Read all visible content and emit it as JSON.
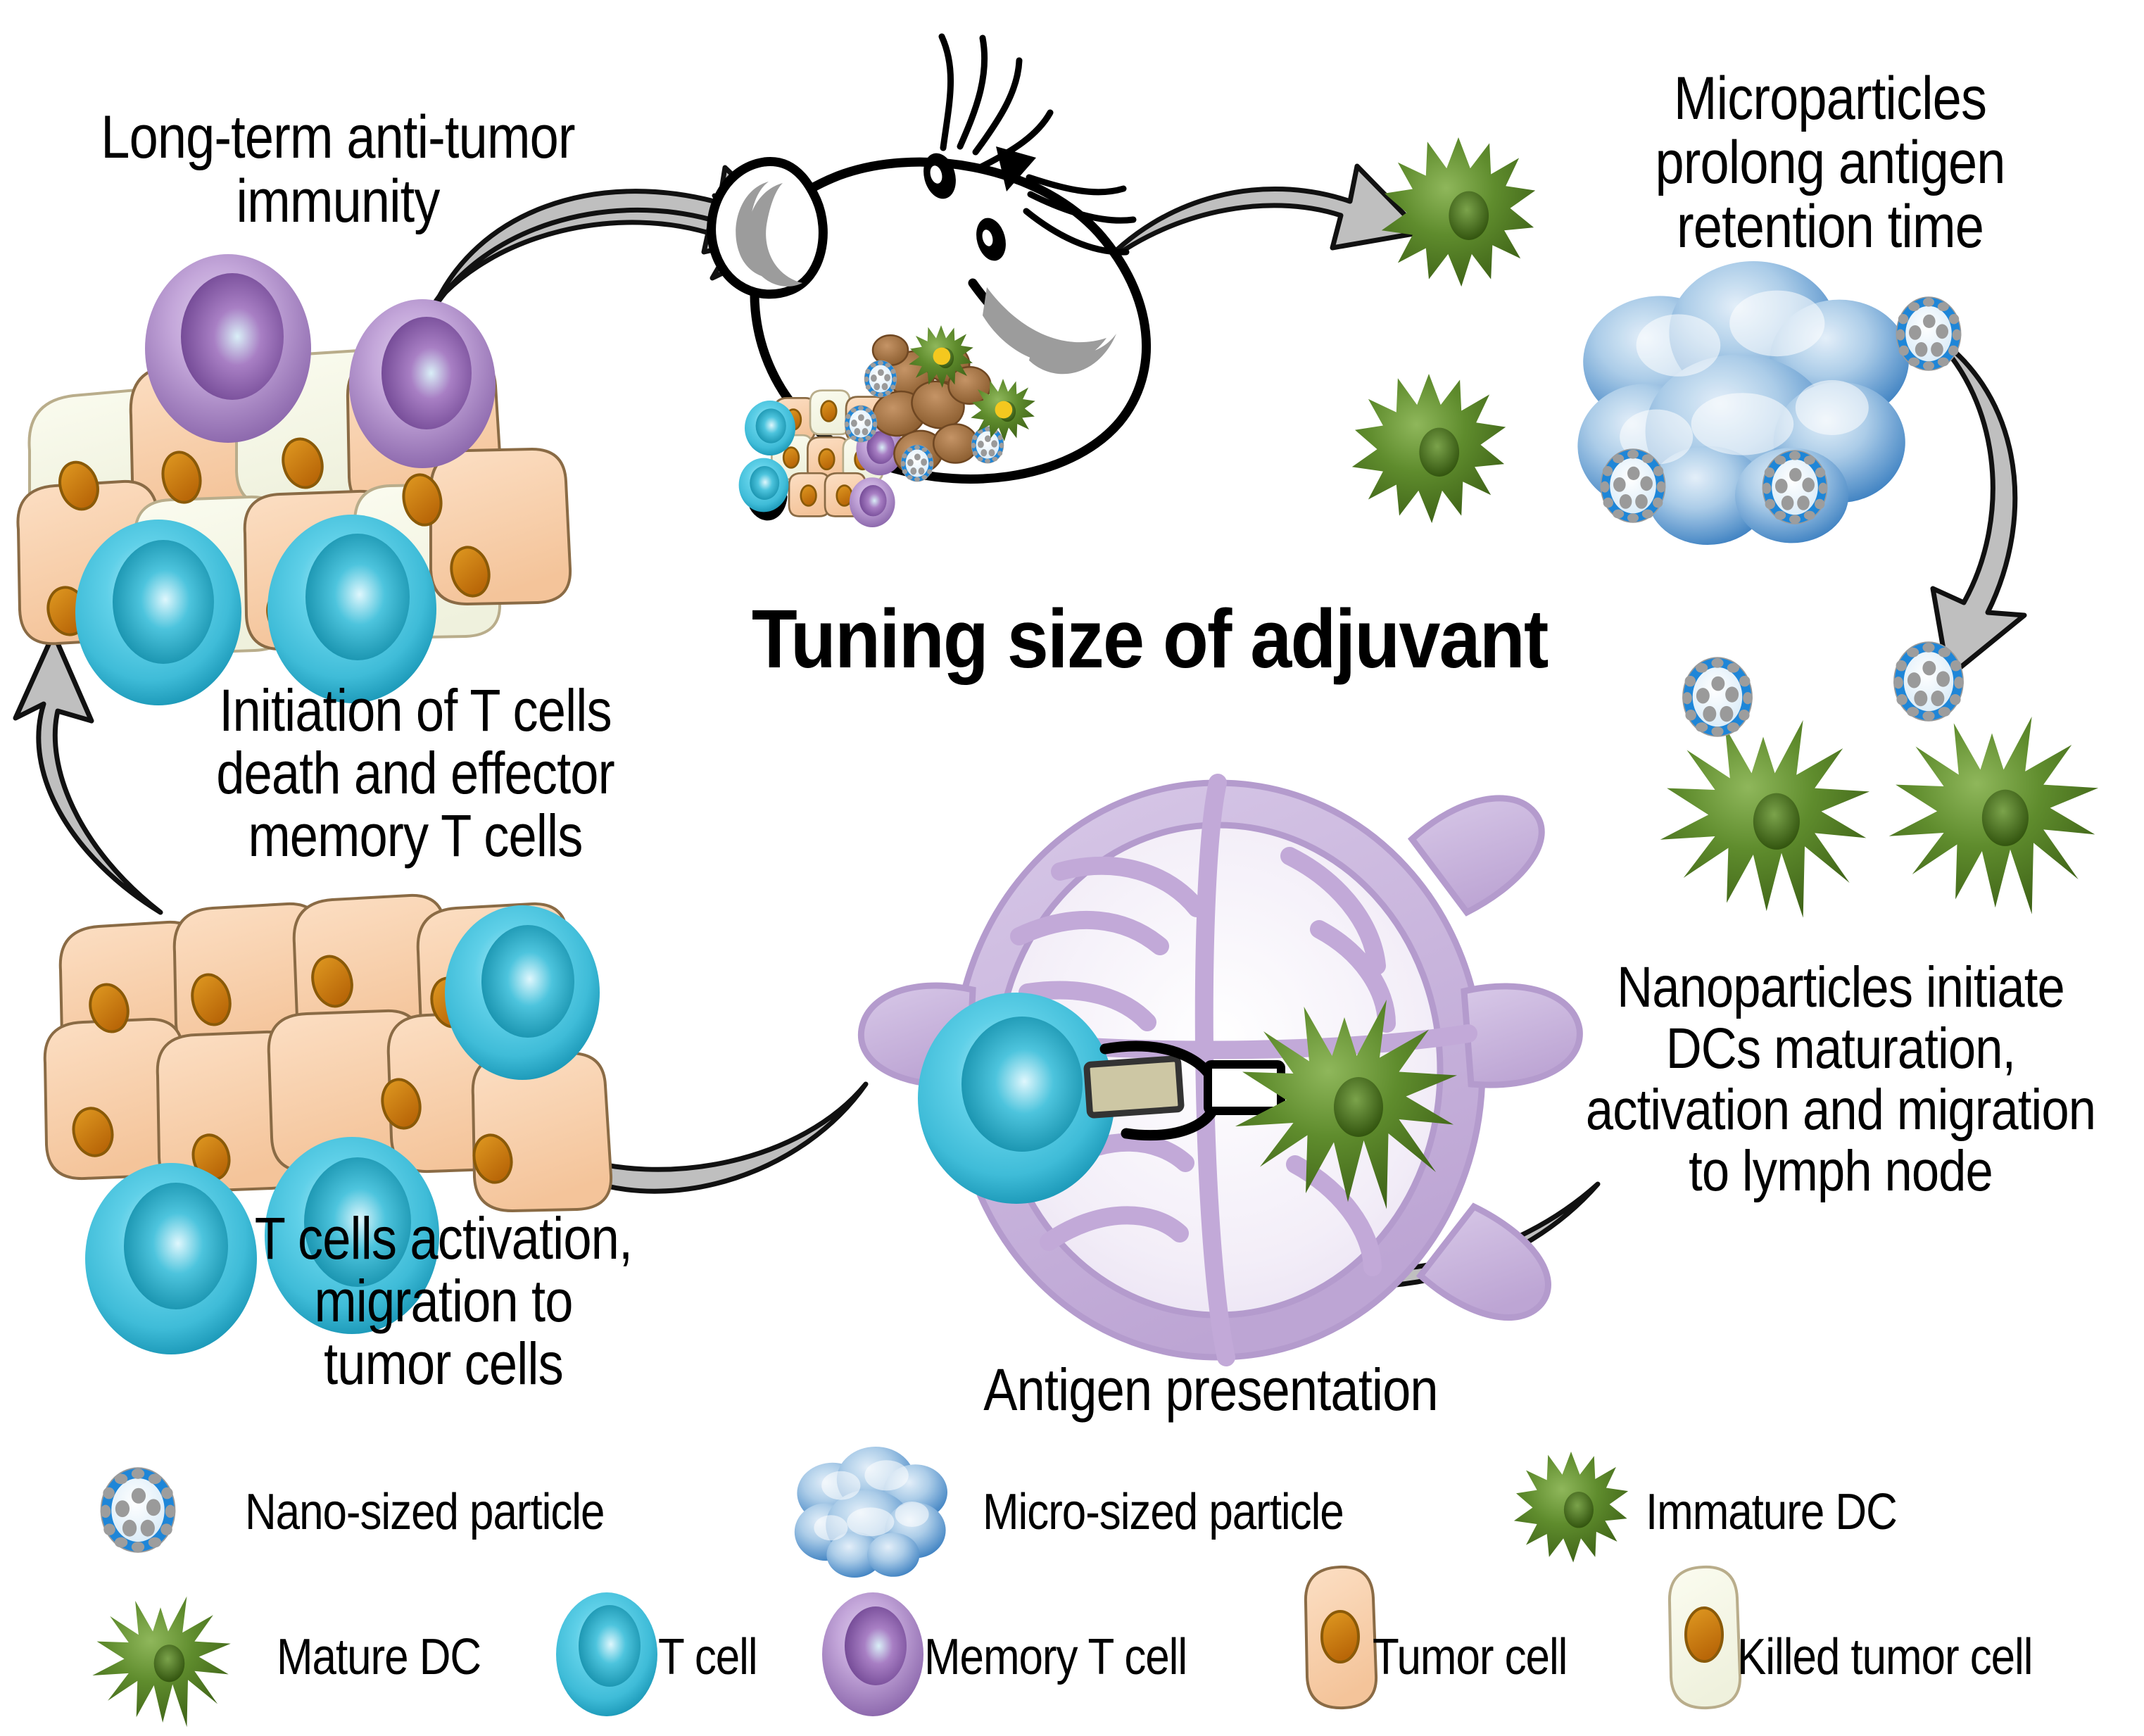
{
  "figure": {
    "title": "Tuning size of adjuvant",
    "type": "scientific-schematic",
    "background_color": "#ffffff"
  },
  "steps": [
    {
      "id": "microparticles",
      "label": "Microparticles\nprolong antigen\nretention time",
      "position": "top-right"
    },
    {
      "id": "nanoparticles",
      "label": "Nanoparticles initiate\nDCs maturation,\nactivation and migration\nto lymph node",
      "position": "right"
    },
    {
      "id": "antigen-presentation",
      "label": "Antigen presentation",
      "position": "bottom-center"
    },
    {
      "id": "t-cell-activation",
      "label": "T cells activation,\nmigration to\ntumor cells",
      "position": "bottom-left"
    },
    {
      "id": "t-cell-death",
      "label": "Initiation of T cells\ndeath and effector\nmemory T cells",
      "position": "left"
    },
    {
      "id": "long-term-immunity",
      "label": "Long-term anti-tumor\nimmunity",
      "position": "top-left"
    }
  ],
  "legend": {
    "row1": [
      {
        "icon": "nano-particle-icon",
        "label": "Nano-sized particle",
        "color": "#1b86d6"
      },
      {
        "icon": "micro-particle-icon",
        "label": "Micro-sized particle",
        "color": "#4a8fd0"
      },
      {
        "icon": "immature-dc-icon",
        "label": "Immature DC",
        "color": "#4e7c22"
      }
    ],
    "row2": [
      {
        "icon": "mature-dc-icon",
        "label": "Mature DC",
        "color": "#5f8b2e"
      },
      {
        "icon": "t-cell-icon",
        "label": "T cell",
        "color": "#4fc6e0"
      },
      {
        "icon": "memory-t-cell-icon",
        "label": "Memory T cell",
        "color": "#b79bd0"
      },
      {
        "icon": "tumor-cell-icon",
        "label": "Tumor cell",
        "color": "#f6cba6"
      },
      {
        "icon": "killed-tumor-cell-icon",
        "label": "Killed tumor cell",
        "color": "#f4f6e4"
      }
    ]
  },
  "arrows": [
    {
      "id": "arrow-immunity-to-mouse",
      "direction": "right",
      "color": "#bfbfbf"
    },
    {
      "id": "arrow-mouse-to-microparticles",
      "direction": "right",
      "color": "#bfbfbf"
    },
    {
      "id": "arrow-microparticles-to-nanoparticles",
      "direction": "down",
      "color": "#bfbfbf"
    },
    {
      "id": "arrow-nanoparticles-to-lymphnode",
      "direction": "left",
      "color": "#bfbfbf"
    },
    {
      "id": "arrow-lymphnode-to-tcells",
      "direction": "left",
      "color": "#bfbfbf"
    },
    {
      "id": "arrow-tcells-to-immunity",
      "direction": "up",
      "color": "#bfbfbf"
    }
  ],
  "colors": {
    "t_cell": "#45c6e2",
    "t_cell_nucleus": "#14a0bd",
    "memory_t_cell": "#bb9bd2",
    "memory_t_cell_nucleus": "#8e62ae",
    "tumor_cell": "#f7cda9",
    "tumor_cell_nucleus": "#cc7a13",
    "killed_tumor_cell": "#f5f7e6",
    "dc_green": "#5d8b2c",
    "dc_green_dark": "#3f6417",
    "nano_ring": "#1e86d8",
    "nano_core": "#e8f3fb",
    "micro_particle": "#4e8fcb",
    "lymph_node": "#c3aed6",
    "arrow_fill": "#bfbfbf",
    "arrow_stroke": "#000000",
    "mouse_outline": "#000000",
    "mouse_shade": "#9c9c9c",
    "tumor_mass": "#9b6a3f"
  }
}
